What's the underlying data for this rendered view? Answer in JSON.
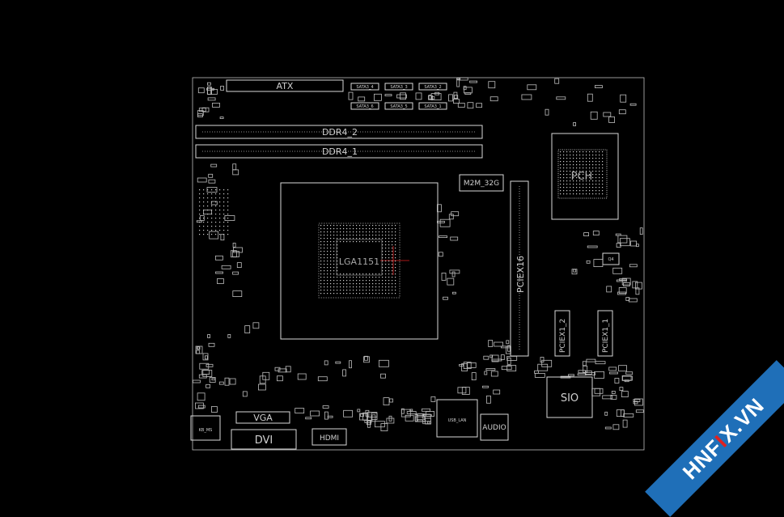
{
  "labels": {
    "atx": "ATX",
    "ddr4_2": "DDR4_2",
    "ddr4_1": "DDR4_1",
    "sata": [
      "SATA3_4",
      "SATA3_3",
      "SATA3_2",
      "SATA3_6",
      "SATA3_5",
      "SATA3_1"
    ],
    "m2": "M2M_32G",
    "pch": "PCH",
    "cpu": "LGA1151",
    "pciex16": "PCIEX16",
    "pciex1_2": "PCIEX1_2",
    "pciex1_1": "PCIEX1_1",
    "sio": "SIO",
    "vga": "VGA",
    "dvi": "DVI",
    "hdmi": "HDMI",
    "kb_ms": "KB_MS",
    "usb_lan": "USB_LAN",
    "audio": "AUDIO",
    "q4": "Q4"
  },
  "watermark": {
    "left": "HNF",
    "x": "I",
    "right": "X.VN"
  },
  "colors": {
    "background": "#000000",
    "outline": "#d8d8d8",
    "watermark_bg": "#1f6fb8",
    "watermark_accent": "#e02020"
  }
}
